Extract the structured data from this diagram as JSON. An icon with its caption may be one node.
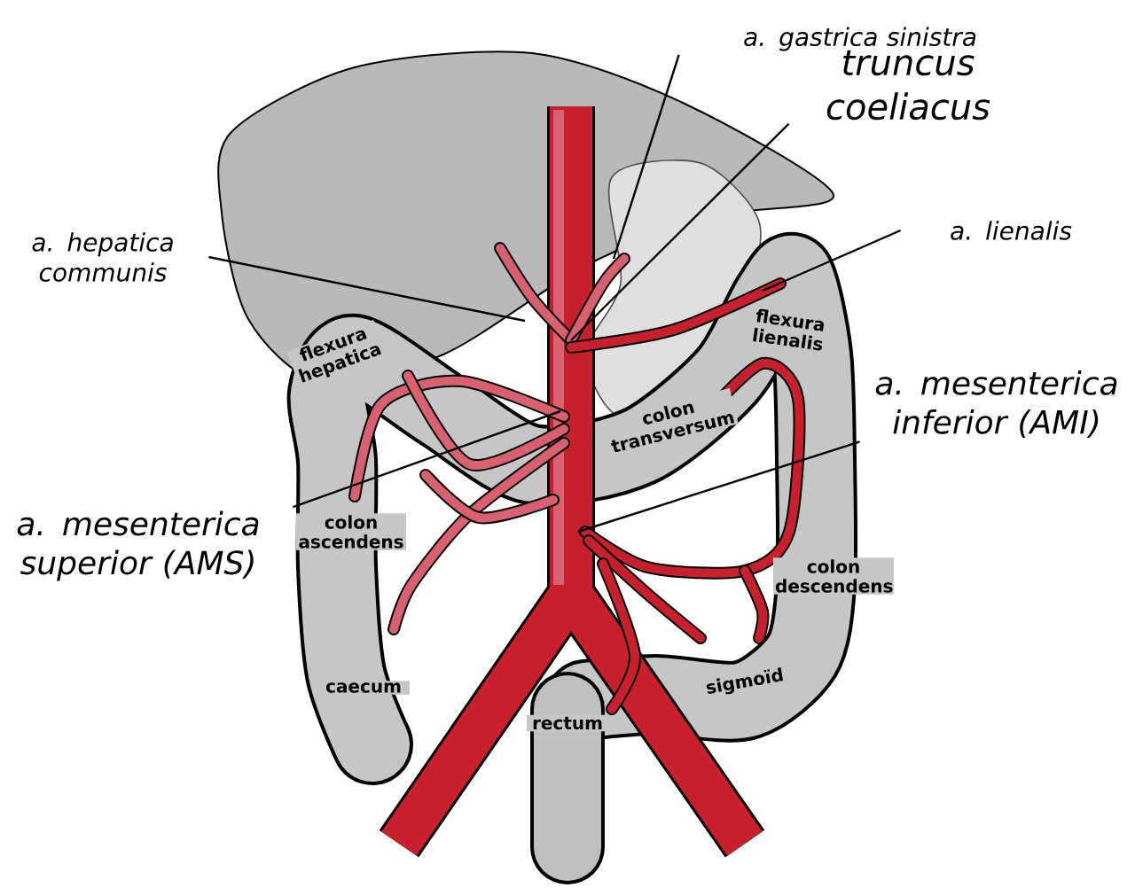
{
  "diagram": {
    "nodes": [
      {
        "text": [
          "a. gastrica sinistra"
        ]
      },
      {
        "text": [
          "truncus coeliacus"
        ]
      },
      {
        "text": [
          "a. hepatica communis"
        ]
      },
      {
        "text": [
          "a. lienalis"
        ]
      },
      {
        "text": [
          "a. mesenterica inferior (AMI)"
        ]
      },
      {
        "text": [
          "a. mesenterica superior (AMS)"
        ]
      }
    ],
    "edges": [
      {
        "from": 0,
        "to": null,
        "arrow": "none"
      },
      {
        "from": 1,
        "to": null,
        "arrow": "none"
      },
      {
        "from": 2,
        "to": null,
        "arrow": "none"
      },
      {
        "from": 3,
        "to": null,
        "arrow": "none"
      },
      {
        "from": 4,
        "to": null,
        "arrow": "none"
      },
      {
        "from": 5,
        "to": null,
        "arrow": "none"
      }
    ],
    "labels": [
      "flexura hepatica",
      "flexura lienalis",
      "colon transversum",
      "colon ascendens",
      "colon descendens",
      "caecum",
      "rectum",
      "sigmoïd"
    ]
  }
}
